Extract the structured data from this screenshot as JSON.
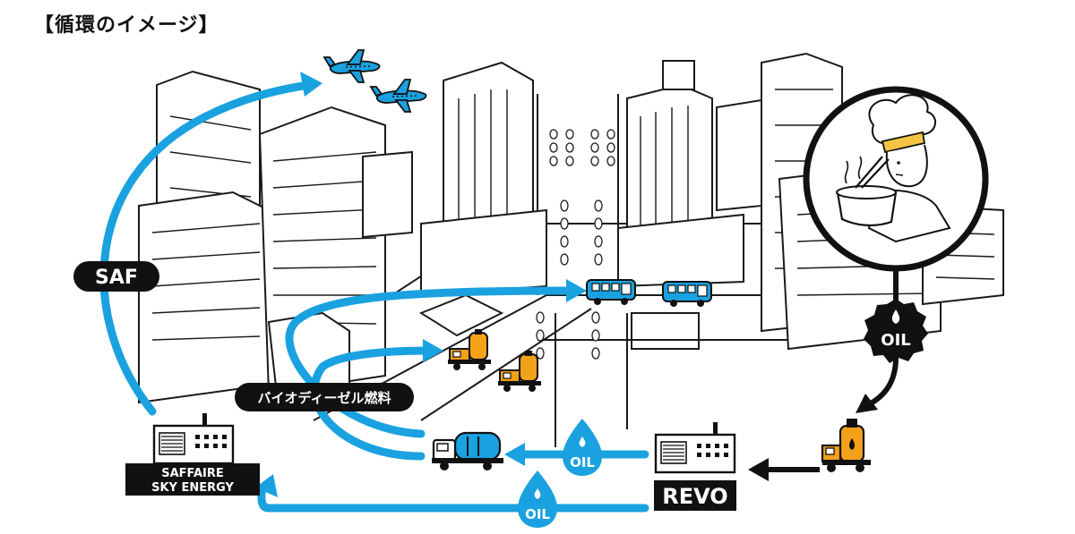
{
  "title": "【循環のイメージ】",
  "labels": {
    "saf": "SAF",
    "biodiesel": "バイオディーゼル燃料",
    "oil_badge": "OIL",
    "oil_drop_1": "OIL",
    "oil_drop_2": "OIL",
    "revo": "REVO",
    "saffaire_line1": "SAFFAIRE",
    "saffaire_line2": "SKY ENERGY"
  },
  "colors": {
    "accent": "#1aa1e0",
    "ink": "#111111",
    "chef_hat_band": "#f4c542",
    "truck_orange": "#f4a11a",
    "bus_blue": "#1aa1e0"
  },
  "icons": [
    "airplane-icon",
    "bus-icon",
    "tank-truck-icon",
    "factory-icon",
    "chef-icon",
    "oil-drop-icon"
  ]
}
